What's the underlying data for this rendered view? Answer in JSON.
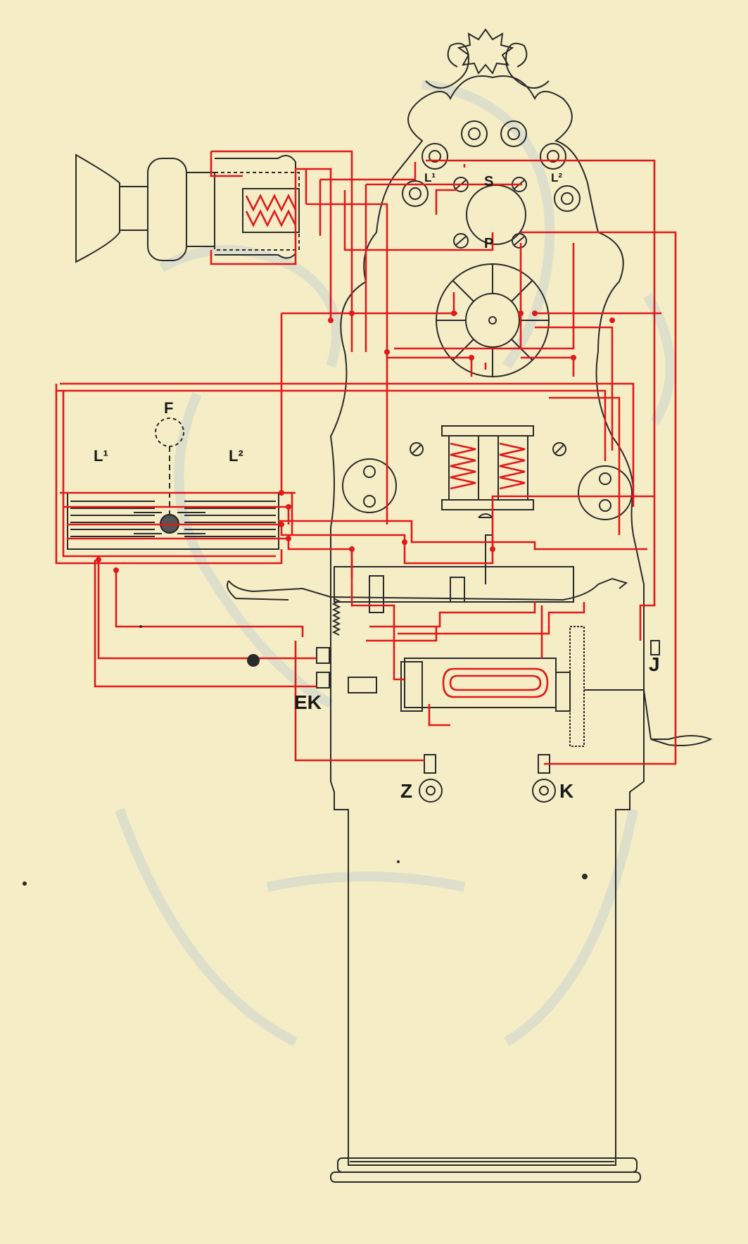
{
  "diagram": {
    "labels": {
      "terminal_l1": "L¹",
      "terminal_l2": "L²",
      "terminal_s": "S",
      "terminal_p": "P",
      "switch_f": "F",
      "switch_l1": "L¹",
      "switch_l2": "L²",
      "ground_key": "EK",
      "jack": "J",
      "terminal_z": "Z",
      "terminal_k": "K"
    },
    "colors": {
      "paper": "#f5edc6",
      "ink": "#2a2a2a",
      "wiring": "#e0191a",
      "ghost": "#c9d3cf"
    }
  }
}
